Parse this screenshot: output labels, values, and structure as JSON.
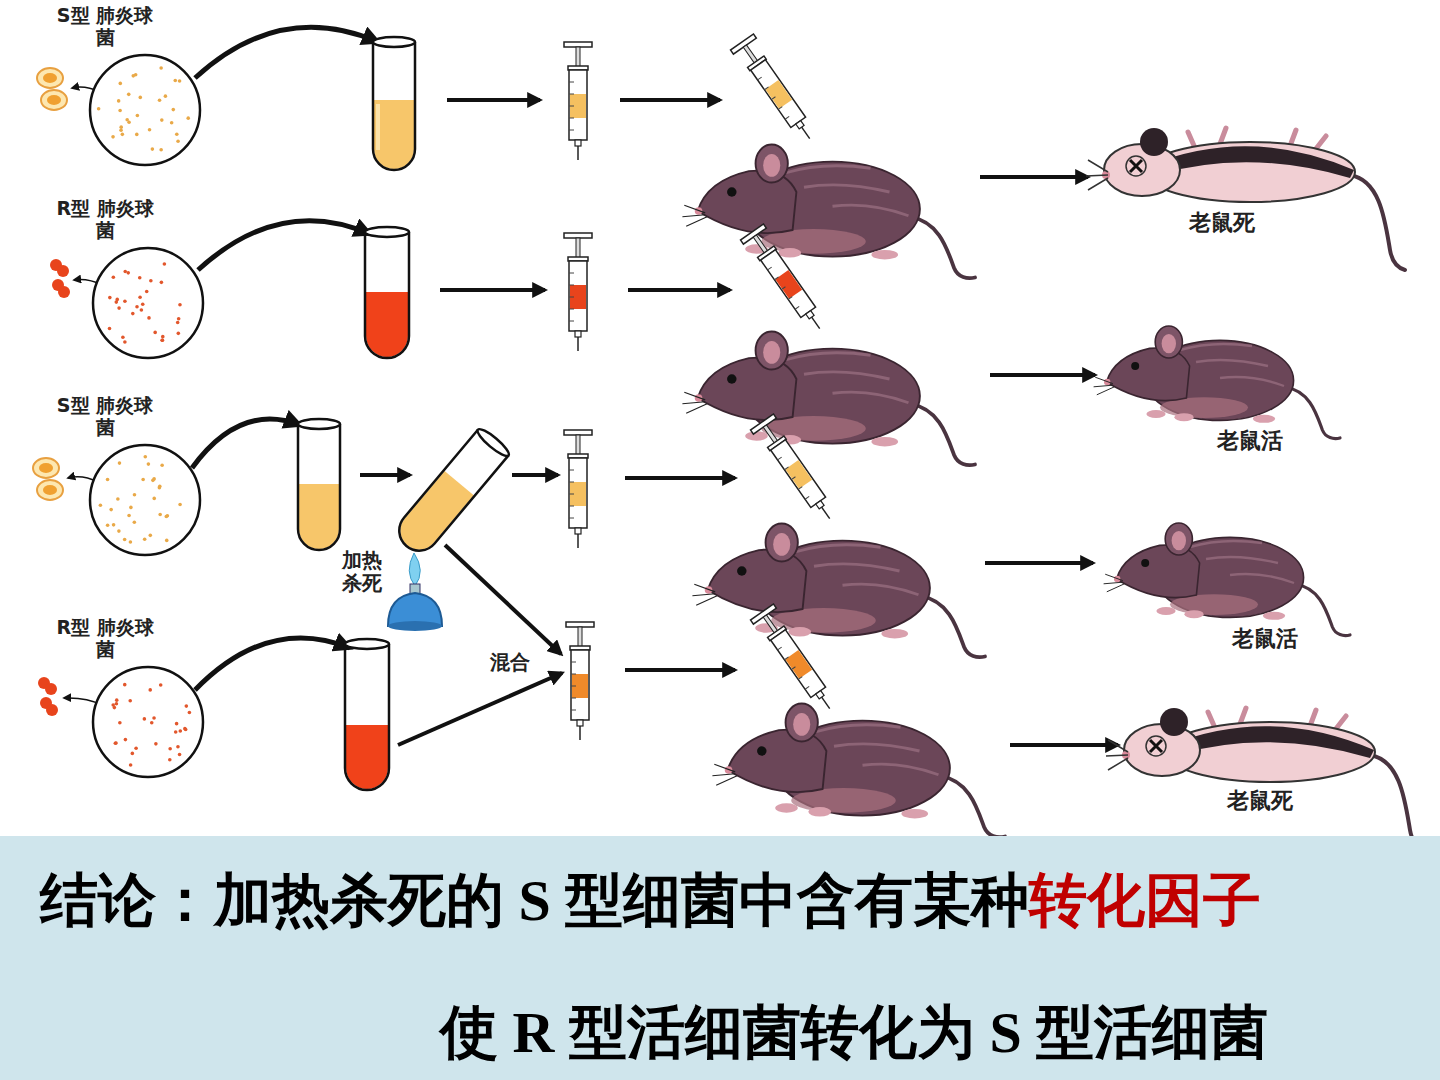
{
  "diagram": {
    "nodes": [
      {
        "text": [
          "S型 肺炎球菌"
        ]
      },
      {
        "text": [
          "R型 肺炎球菌"
        ]
      },
      {
        "text": [
          "S型 肺炎球菌"
        ]
      },
      {
        "text": [
          "R型 肺炎球菌"
        ]
      },
      {
        "text": [
          "结论：加热杀死的 S 型细菌中含有某种",
          "转化因子",
          "使 R 型活细菌转化为 S 型活细菌"
        ]
      }
    ],
    "labels": [
      "加热 杀死",
      "混合",
      "老鼠死",
      "老鼠活",
      "老鼠活",
      "老鼠死"
    ]
  }
}
